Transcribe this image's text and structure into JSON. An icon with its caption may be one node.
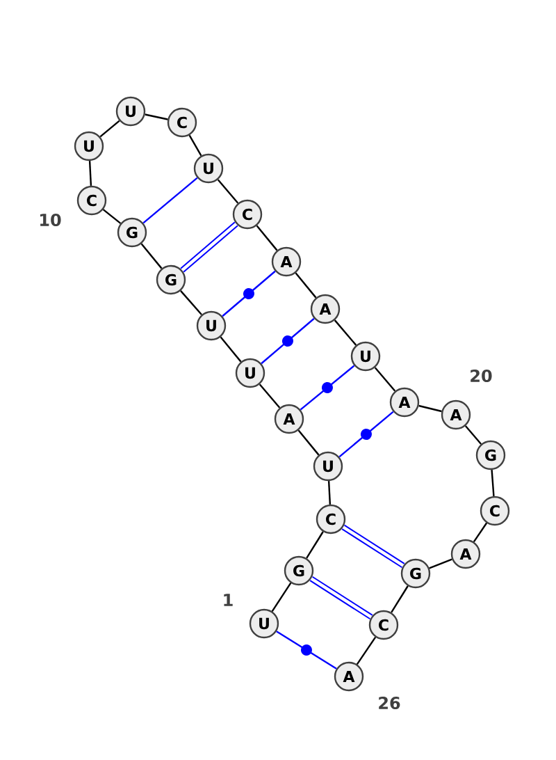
{
  "diagram": {
    "nodes": [
      {
        "text": [
          "U"
        ],
        "beside": [
          "1"
        ]
      },
      {
        "text": [
          "G"
        ]
      },
      {
        "text": [
          "C"
        ]
      },
      {
        "text": [
          "U"
        ]
      },
      {
        "text": [
          "A"
        ]
      },
      {
        "text": [
          "U"
        ]
      },
      {
        "text": [
          "U"
        ]
      },
      {
        "text": [
          "G"
        ]
      },
      {
        "text": [
          "G"
        ]
      },
      {
        "text": [
          "C"
        ],
        "beside": [
          "10"
        ]
      },
      {
        "text": [
          "U"
        ]
      },
      {
        "text": [
          "U"
        ]
      },
      {
        "text": [
          "C"
        ]
      },
      {
        "text": [
          "U"
        ]
      },
      {
        "text": [
          "C"
        ]
      },
      {
        "text": [
          "A"
        ]
      },
      {
        "text": [
          "A"
        ]
      },
      {
        "text": [
          "U"
        ]
      },
      {
        "text": [
          "A"
        ]
      },
      {
        "text": [
          "A"
        ],
        "beside": [
          "20"
        ]
      },
      {
        "text": [
          "G"
        ]
      },
      {
        "text": [
          "C"
        ]
      },
      {
        "text": [
          "A"
        ]
      },
      {
        "text": [
          "G"
        ]
      },
      {
        "text": [
          "C"
        ]
      },
      {
        "text": [
          "A"
        ],
        "beside": [
          "26"
        ]
      }
    ],
    "edges": [
      {
        "from": 0,
        "to": 1,
        "arrow": "none"
      },
      {
        "from": 1,
        "to": 2,
        "arrow": "none"
      },
      {
        "from": 2,
        "to": 3,
        "arrow": "none"
      },
      {
        "from": 3,
        "to": 4,
        "arrow": "none"
      },
      {
        "from": 4,
        "to": 5,
        "arrow": "none"
      },
      {
        "from": 5,
        "to": 6,
        "arrow": "none"
      },
      {
        "from": 6,
        "to": 7,
        "arrow": "none"
      },
      {
        "from": 7,
        "to": 8,
        "arrow": "none"
      },
      {
        "from": 8,
        "to": 9,
        "arrow": "none"
      },
      {
        "from": 9,
        "to": 10,
        "arrow": "none"
      },
      {
        "from": 10,
        "to": 11,
        "arrow": "none"
      },
      {
        "from": 11,
        "to": 12,
        "arrow": "none"
      },
      {
        "from": 12,
        "to": 13,
        "arrow": "none"
      },
      {
        "from": 13,
        "to": 14,
        "arrow": "none"
      },
      {
        "from": 14,
        "to": 15,
        "arrow": "none"
      },
      {
        "from": 15,
        "to": 16,
        "arrow": "none"
      },
      {
        "from": 16,
        "to": 17,
        "arrow": "none"
      },
      {
        "from": 17,
        "to": 18,
        "arrow": "none"
      },
      {
        "from": 18,
        "to": 19,
        "arrow": "none"
      },
      {
        "from": 19,
        "to": 20,
        "arrow": "none"
      },
      {
        "from": 20,
        "to": 21,
        "arrow": "none"
      },
      {
        "from": 21,
        "to": 22,
        "arrow": "none"
      },
      {
        "from": 22,
        "to": 23,
        "arrow": "none"
      },
      {
        "from": 23,
        "to": 24,
        "arrow": "none"
      },
      {
        "from": 24,
        "to": 25,
        "arrow": "none"
      },
      {
        "from": 0,
        "to": 25,
        "arrow": "none",
        "color": "#0000ff"
      },
      {
        "from": 1,
        "to": 24,
        "arrow": "none",
        "color": "#0000ff",
        "style": "thick"
      },
      {
        "from": 2,
        "to": 23,
        "arrow": "none",
        "color": "#0000ff",
        "style": "thick"
      },
      {
        "from": 3,
        "to": 18,
        "arrow": "none",
        "color": "#0000ff"
      },
      {
        "from": 4,
        "to": 17,
        "arrow": "none",
        "color": "#0000ff"
      },
      {
        "from": 5,
        "to": 16,
        "arrow": "none",
        "color": "#0000ff"
      },
      {
        "from": 6,
        "to": 15,
        "arrow": "none",
        "color": "#0000ff"
      },
      {
        "from": 7,
        "to": 14,
        "arrow": "none",
        "color": "#0000ff",
        "style": "thick"
      },
      {
        "from": 8,
        "to": 13,
        "arrow": "none",
        "color": "#0000ff"
      }
    ]
  }
}
